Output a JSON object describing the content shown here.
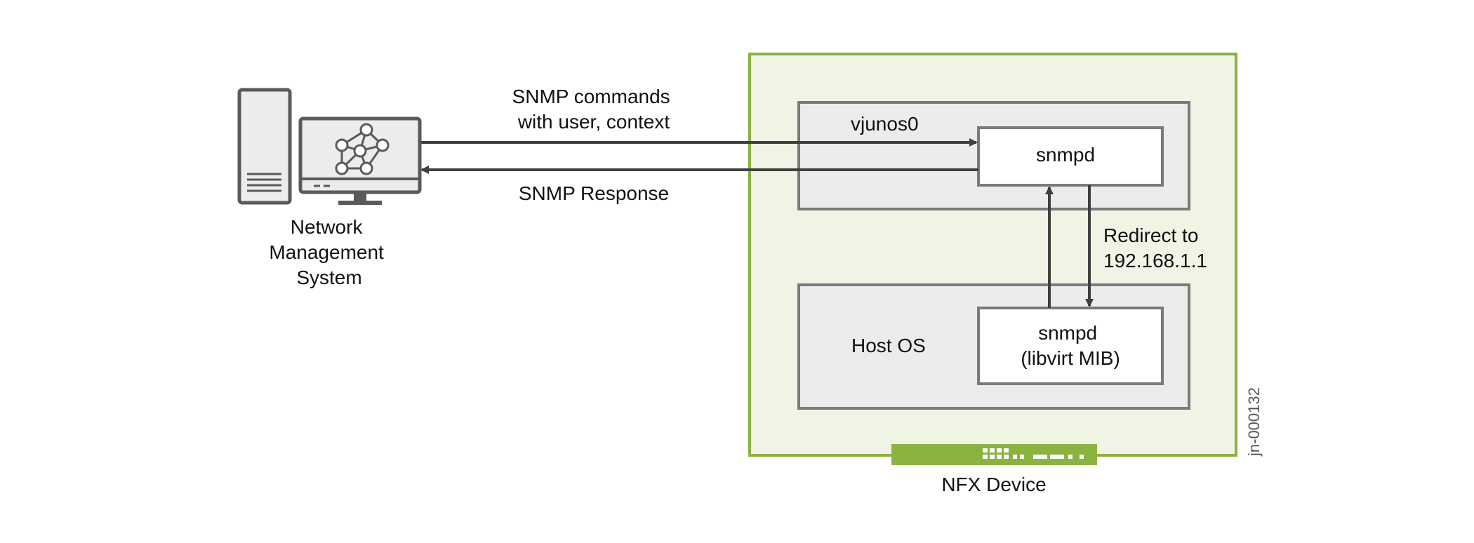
{
  "nms": {
    "label_lines": [
      "Network",
      "Management",
      "System"
    ],
    "icon": "network-management-computer-icon"
  },
  "arrows": {
    "request_label_lines": [
      "SNMP commands",
      "with user, context"
    ],
    "response_label": "SNMP Response",
    "redirect_label_lines": [
      "Redirect to",
      "192.168.1.1"
    ]
  },
  "device": {
    "label": "NFX Device",
    "icon": "nfx-device-faceplate-icon"
  },
  "vjunos": {
    "label": "vjunos0",
    "snmpd_label": "snmpd"
  },
  "host_os": {
    "label": "Host OS",
    "snmpd_label_lines": [
      "snmpd",
      "(libvirt MIB)"
    ]
  },
  "figure_id": "jn-000132",
  "colors": {
    "device_border": "#8ab33f",
    "device_fill": "#eff4e5",
    "box_border": "#7a7a7a",
    "box_fill": "#ececec",
    "arrow": "#3f3f3f",
    "icon_gray": "#5a5a5a",
    "icon_fill": "#ececec"
  }
}
